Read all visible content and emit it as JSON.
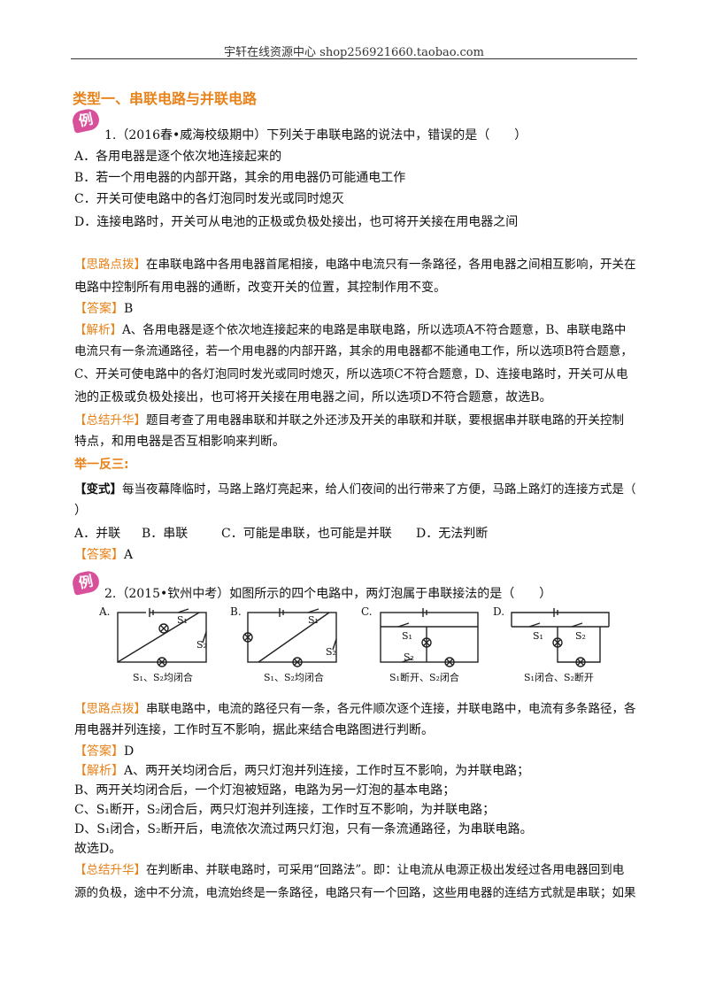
{
  "header": {
    "text": "宇轩在线资源中心   shop256921660.taobao.com"
  },
  "section_title": "类型一、串联电路与并联电路",
  "example_badge": "例",
  "q1": {
    "stem": "1.（2016春•威海校级期中）下列关于串联电路的说法中，错误的是（　　）",
    "options": [
      "A．各用电器是逐个依次地连接起来的",
      "B．若一个用电器的内部开路，其余的用电器仍可能通电工作",
      "C．开关可使电路中的各灯泡同时发光或同时熄灭",
      "D．连接电路时，开关可从电池的正极或负极处接出，也可将开关接在用电器之间"
    ],
    "idea_tag": "【思路点拨】",
    "idea_lines": [
      "在串联电路中各用电器首尾相接，电路中电流只有一条路径，各用电器之间相互影响，开关在",
      "电路中控制所有用电器的通断，改变开关的位置，其控制作用不变。"
    ],
    "answer_tag": "【答案】",
    "answer": "B",
    "analysis_tag": "【解析】",
    "analysis_lines": [
      "A、各用电器是逐个依次地连接起来的电路是串联电路，所以选项A不符合题意，B、串联电路中",
      "电流只有一条流通路径，若一个用电器的内部开路，其余的用电器都不能通电工作，所以选项B符合题意，",
      "C、开关可使电路中的各灯泡同时发光或同时熄灭，所以选项C不符合题意，D、连接电路时，开关可从电",
      "池的正极或负极处接出，也可将开关接在用电器之间，所以选项D不符合题意，故选B。"
    ],
    "summary_tag": "【总结升华】",
    "summary_lines": [
      "题目考查了用电器串联和并联之外还涉及开关的串联和并联，要根据串并联电路的开关控制",
      "特点，和用电器是否互相影响来判断。"
    ]
  },
  "variant": {
    "heading": "举一反三:",
    "tag": "【变式】",
    "stem_lines": [
      "每当夜幕降临时，马路上路灯亮起来，给人们夜间的出行带来了方便，马路上路灯的连接方式是（",
      "）"
    ],
    "options": [
      "A．并联",
      "B．串联",
      "C．可能是串联，也可能是并联",
      "D．无法判断"
    ],
    "answer_tag": "【答案】",
    "answer": "A"
  },
  "q2": {
    "stem": "2.（2015•钦州中考）如图所示的四个电路中，两灯泡属于串联接法的是（　　）",
    "circuits": [
      {
        "label": "A.",
        "caption": "S₁、S₂均闭合"
      },
      {
        "label": "B.",
        "caption": "S₁、S₂均闭合"
      },
      {
        "label": "C.",
        "caption": "S₁断开、S₂闭合"
      },
      {
        "label": "D.",
        "caption": "S₁闭合、S₂断开"
      }
    ],
    "switch_labels": {
      "s1": "S₁",
      "s2": "S₂"
    },
    "idea_tag": "【思路点拨】",
    "idea_lines": [
      "串联电路中，电流的路径只有一条，各元件顺次逐个连接，并联电路中，电流有多条路径，各",
      "用电器并列连接，工作时互不影响，据此来结合电路图进行判断。"
    ],
    "answer_tag": "【答案】",
    "answer": "D",
    "analysis_tag": "【解析】",
    "analysis_lines": [
      "A、两开关均闭合后，两只灯泡并列连接，工作时互不影响，为并联电路；",
      "B、两开关均闭合后，一个灯泡被短路，电路为另一灯泡的基本电路；",
      "C、S₁断开，S₂闭合后，两只灯泡并列连接，工作时互不影响，为并联电路；",
      "D、S₁闭合，S₂断开后，电流依次流过两只灯泡，只有一条流通路径，为串联电路。",
      "故选D。"
    ],
    "summary_tag": "【总结升华】",
    "summary_lines": [
      "在判断串、并联电路时，可采用“回路法”。即：让电流从电源正极出发经过各用电器回到电",
      "源的负极，途中不分流，电流始终是一条路径，电路只有一个回路，这些用电器的连结方式就是串联；如果"
    ]
  },
  "colors": {
    "accent": "#e8821a",
    "badge": "#d8509a"
  }
}
